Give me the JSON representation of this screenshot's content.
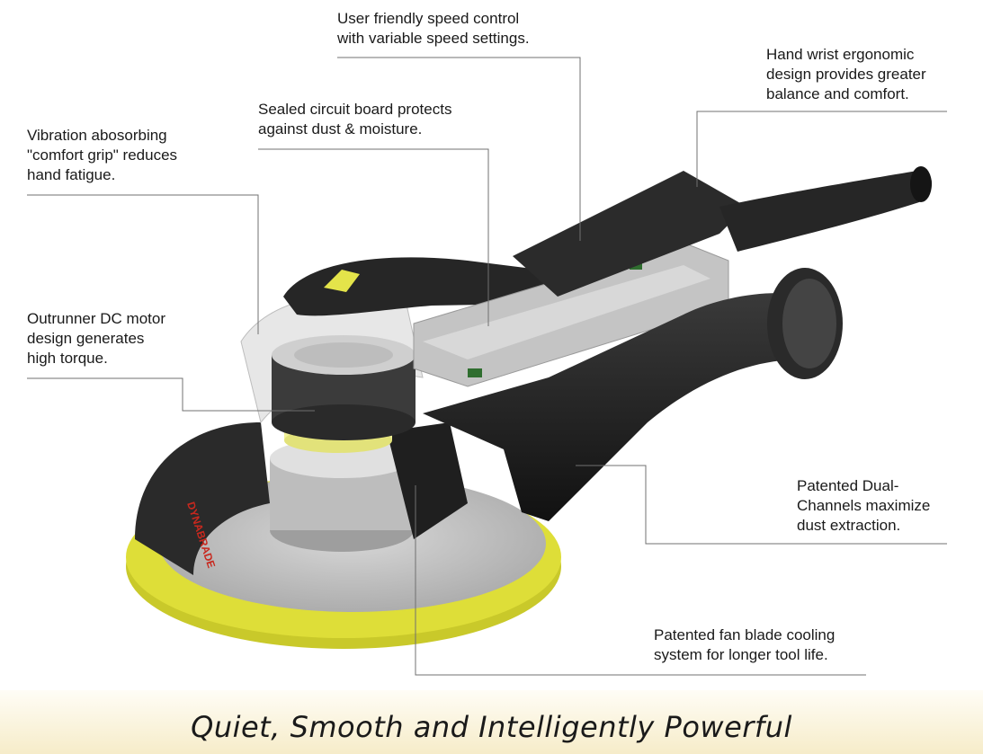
{
  "callouts": {
    "speed_control": [
      "User friendly speed control",
      "with variable speed settings."
    ],
    "hand_wrist": [
      "Hand wrist ergonomic",
      "design provides greater",
      "balance and comfort."
    ],
    "circuit_board": [
      "Sealed circuit board protects",
      "against dust & moisture."
    ],
    "comfort_grip": [
      "Vibration abosorbing",
      "\"comfort grip\" reduces",
      "hand fatigue."
    ],
    "motor": [
      "Outrunner DC motor",
      "design generates",
      "high torque."
    ],
    "dual_channels": [
      "Patented Dual-",
      "Channels maximize",
      "dust extraction."
    ],
    "fan_blade": [
      "Patented fan blade cooling",
      "system for longer tool life."
    ]
  },
  "tagline": "Quiet, Smooth and Intelligently Powerful",
  "product_labels": {
    "pad_side_brand": "DYNABRADE"
  },
  "colors": {
    "pad_yellow": "#d9d930",
    "body_black": "#202020",
    "housing_gray": "#c4c4c4",
    "leader_line": "#707070",
    "footer_gold": "#f6ecc9"
  }
}
